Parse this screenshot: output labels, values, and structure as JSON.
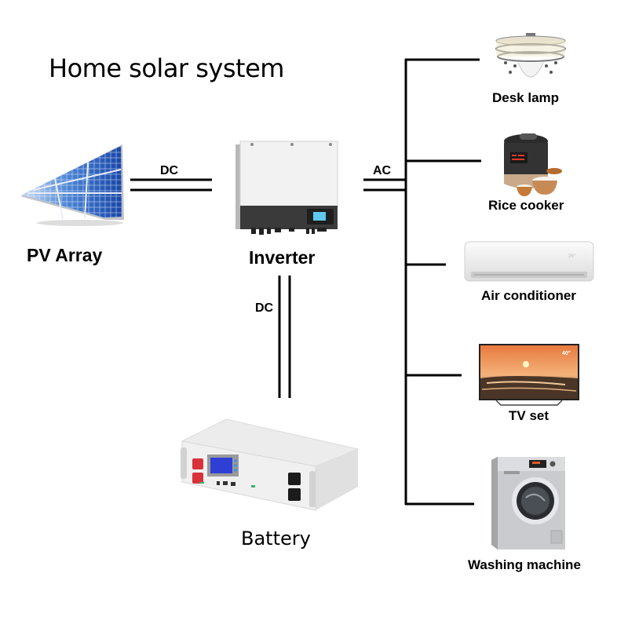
{
  "title": "Home solar system",
  "components": {
    "pv_array": {
      "label": "PV Array"
    },
    "inverter": {
      "label": "Inverter"
    },
    "battery": {
      "label": "Battery"
    }
  },
  "connections": {
    "pv_to_inverter": "DC",
    "inverter_to_loads": "AC",
    "inverter_to_battery": "DC"
  },
  "loads": [
    {
      "label": "Desk lamp",
      "icon": "chandelier-icon"
    },
    {
      "label": "Rice cooker",
      "icon": "rice-cooker-icon"
    },
    {
      "label": "Air conditioner",
      "icon": "air-conditioner-icon"
    },
    {
      "label": "TV set",
      "icon": "tv-icon",
      "screen_text": "40\""
    },
    {
      "label": "Washing machine",
      "icon": "washing-machine-icon"
    }
  ],
  "colors": {
    "wire": "#000000",
    "panel_blue": "#1f57b8",
    "inverter_dark": "#3a3a3a",
    "battery_red": "#d9323a",
    "battery_screen": "#2f3fd6"
  }
}
